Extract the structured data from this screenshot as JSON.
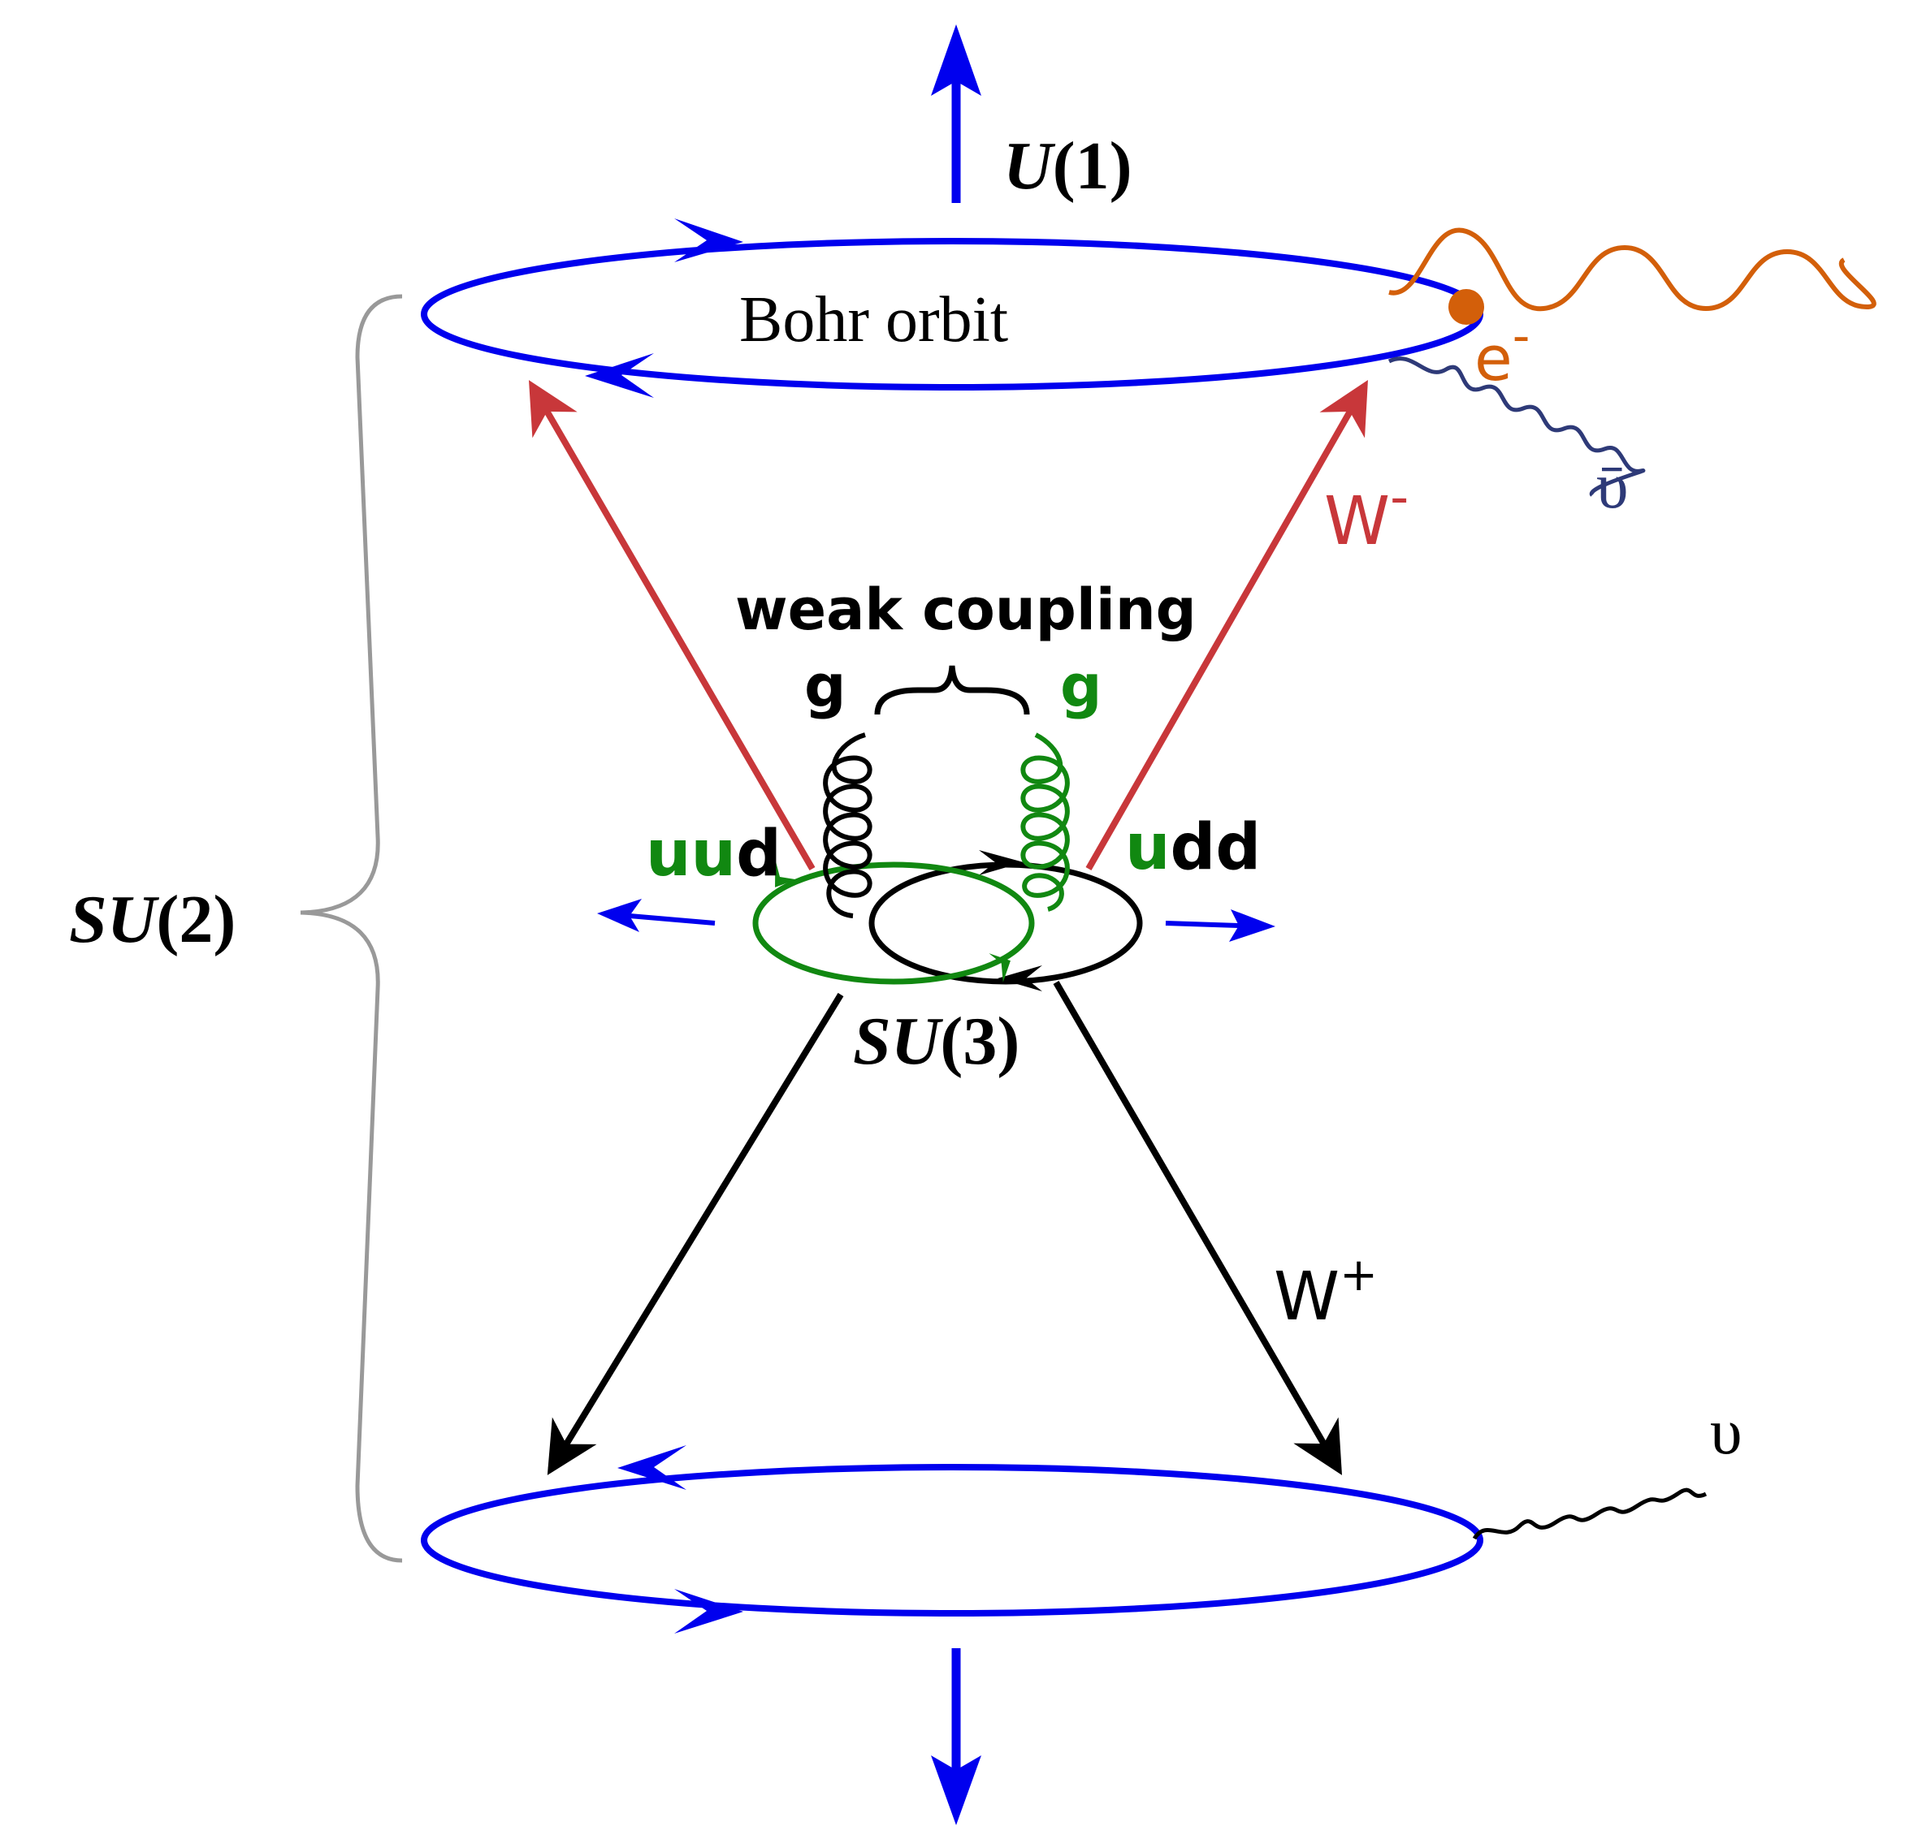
{
  "labels": {
    "u1_sym": "U",
    "u1_arg": "(1)",
    "su2_sym": "SU",
    "su2_arg": "(2)",
    "su3_sym": "SU",
    "su3_arg": "(3)",
    "bohr_orbit": "Bohr orbit",
    "weak_coupling": "weak coupling",
    "gluon_left": "g",
    "gluon_right": "g",
    "proton_uu": "uu",
    "proton_d": "d",
    "neutron_u": "u",
    "neutron_dd": "dd",
    "electron": "e",
    "electron_sup": "-",
    "w_minus": "W",
    "w_minus_sup": "-",
    "w_plus": "W",
    "w_plus_sup": "+",
    "antineutrino": "ῡ",
    "neutrino": "υ"
  },
  "colors": {
    "blue": "#0000ee",
    "red": "#c8373a",
    "green": "#118811",
    "black": "#000000",
    "orange": "#d35f0a",
    "navy": "#2e3a78",
    "gray": "#999999"
  }
}
